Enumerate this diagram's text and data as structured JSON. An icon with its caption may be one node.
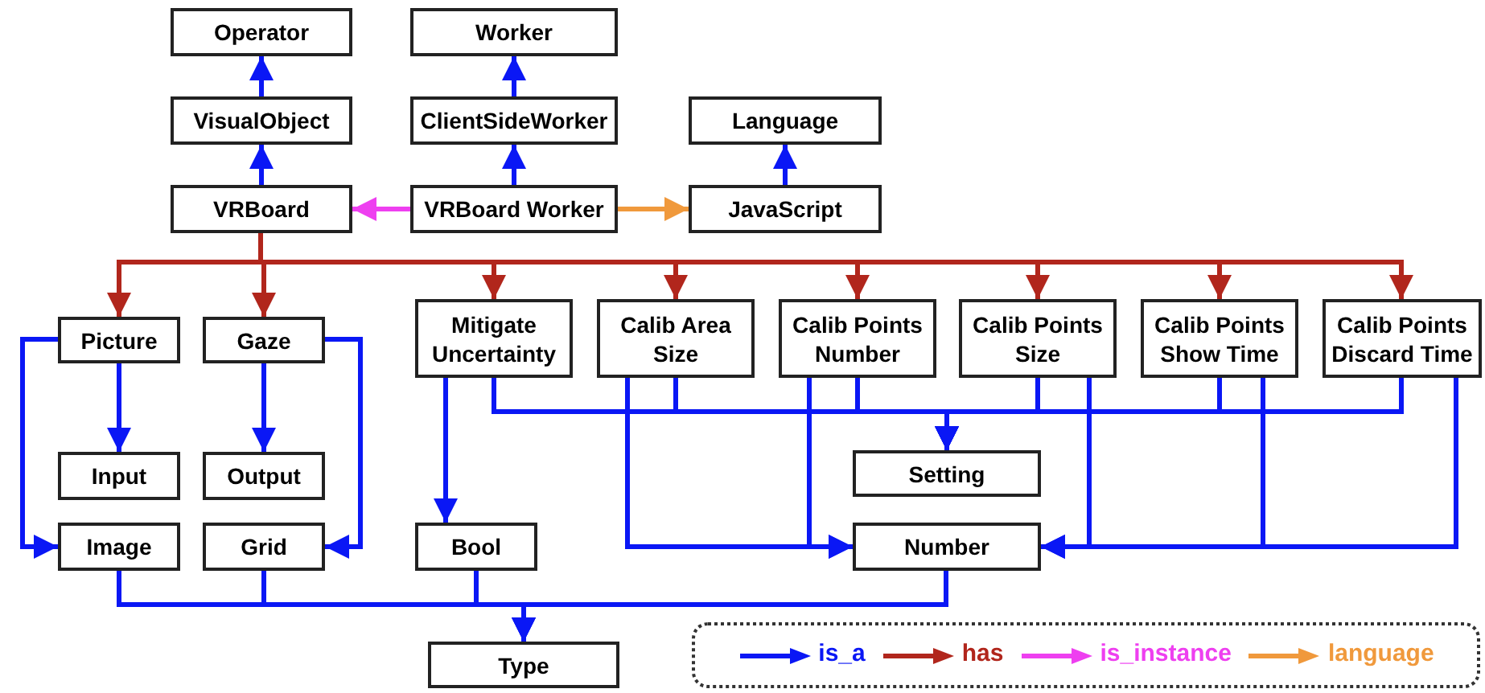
{
  "diagram": {
    "nodes": [
      {
        "text": [
          "Operator"
        ]
      },
      {
        "text": [
          "Worker"
        ]
      },
      {
        "text": [
          "VisualObject"
        ]
      },
      {
        "text": [
          "ClientSideWorker"
        ]
      },
      {
        "text": [
          "Language"
        ]
      },
      {
        "text": [
          "VRBoard"
        ]
      },
      {
        "text": [
          "VRBoard Worker"
        ]
      },
      {
        "text": [
          "JavaScript"
        ]
      },
      {
        "text": [
          "Picture"
        ]
      },
      {
        "text": [
          "Gaze"
        ]
      },
      {
        "text": [
          "Mitigate Uncertainty"
        ]
      },
      {
        "text": [
          "Calib Area Size"
        ]
      },
      {
        "text": [
          "Calib Points Number"
        ]
      },
      {
        "text": [
          "Calib Points Size"
        ]
      },
      {
        "text": [
          "Calib Points Show Time"
        ]
      },
      {
        "text": [
          "Calib Points Discard Time"
        ]
      },
      {
        "text": [
          "Input"
        ]
      },
      {
        "text": [
          "Output"
        ]
      },
      {
        "text": [
          "Setting"
        ]
      },
      {
        "text": [
          "Image"
        ]
      },
      {
        "text": [
          "Grid"
        ]
      },
      {
        "text": [
          "Bool"
        ]
      },
      {
        "text": [
          "Number"
        ]
      },
      {
        "text": [
          "Type"
        ]
      }
    ],
    "edges": [
      {
        "from": 2,
        "to": 0,
        "arrow": "to"
      },
      {
        "from": 3,
        "to": 1,
        "arrow": "to"
      },
      {
        "from": 7,
        "to": 4,
        "arrow": "to"
      },
      {
        "from": 5,
        "to": 2,
        "arrow": "to"
      },
      {
        "from": 6,
        "to": 3,
        "arrow": "to"
      },
      {
        "from": 6,
        "to": 5,
        "arrow": "to",
        "color": "#ee3ff0"
      },
      {
        "from": 6,
        "to": 7,
        "arrow": "to",
        "color": "#f0993c"
      },
      {
        "from": 5,
        "to": 8,
        "arrow": "to",
        "color": "#b1261c"
      },
      {
        "from": 5,
        "to": 9,
        "arrow": "to",
        "color": "#b1261c"
      },
      {
        "from": 5,
        "to": 10,
        "arrow": "to",
        "color": "#b1261c"
      },
      {
        "from": 5,
        "to": 11,
        "arrow": "to",
        "color": "#b1261c"
      },
      {
        "from": 5,
        "to": 12,
        "arrow": "to",
        "color": "#b1261c"
      },
      {
        "from": 5,
        "to": 13,
        "arrow": "to",
        "color": "#b1261c"
      },
      {
        "from": 5,
        "to": 14,
        "arrow": "to",
        "color": "#b1261c"
      },
      {
        "from": 5,
        "to": 15,
        "arrow": "to",
        "color": "#b1261c"
      },
      {
        "from": 8,
        "to": 16,
        "arrow": "to"
      },
      {
        "from": 9,
        "to": 17,
        "arrow": "to"
      },
      {
        "from": 8,
        "to": 19,
        "arrow": "to"
      },
      {
        "from": 9,
        "to": 20,
        "arrow": "to"
      },
      {
        "from": 10,
        "to": 21,
        "arrow": "to"
      },
      {
        "from": 10,
        "to": 18,
        "arrow": "to"
      },
      {
        "from": 11,
        "to": 18,
        "arrow": "to"
      },
      {
        "from": 12,
        "to": 18,
        "arrow": "to"
      },
      {
        "from": 13,
        "to": 18,
        "arrow": "to"
      },
      {
        "from": 14,
        "to": 18,
        "arrow": "to"
      },
      {
        "from": 15,
        "to": 18,
        "arrow": "to"
      },
      {
        "from": 11,
        "to": 22,
        "arrow": "to"
      },
      {
        "from": 12,
        "to": 22,
        "arrow": "to"
      },
      {
        "from": 13,
        "to": 22,
        "arrow": "to"
      },
      {
        "from": 14,
        "to": 22,
        "arrow": "to"
      },
      {
        "from": 15,
        "to": 22,
        "arrow": "to"
      },
      {
        "from": 19,
        "to": 23,
        "arrow": "to"
      },
      {
        "from": 20,
        "to": 23,
        "arrow": "to"
      },
      {
        "from": 21,
        "to": 23,
        "arrow": "to"
      },
      {
        "from": 22,
        "to": 23,
        "arrow": "to"
      }
    ],
    "legend": [
      {
        "text": "is_a"
      },
      {
        "text": "has"
      },
      {
        "text": "is_instance"
      },
      {
        "text": "language"
      }
    ]
  }
}
